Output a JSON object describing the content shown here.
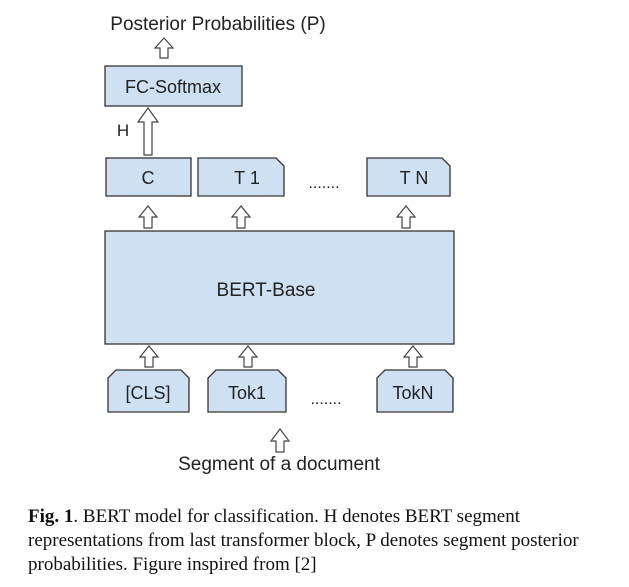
{
  "diagram": {
    "output_label": "Posterior Probabilities (P)",
    "fc_softmax": "FC-Softmax",
    "h_label": "H",
    "outputs": {
      "c": "C",
      "t1": "T 1",
      "ellipsis": ".......",
      "tn": "T N"
    },
    "bert": "BERT-Base",
    "tokens": {
      "cls": "[CLS]",
      "tok1": "Tok1",
      "ellipsis": ".......",
      "tokn": "TokN"
    },
    "input_label": "Segment of a document"
  },
  "caption": {
    "prefix": "Fig. 1",
    "text": ". BERT model for classification. H denotes BERT segment representations from last transformer block, P denotes segment posterior probabilities. Figure inspired from [2]"
  }
}
